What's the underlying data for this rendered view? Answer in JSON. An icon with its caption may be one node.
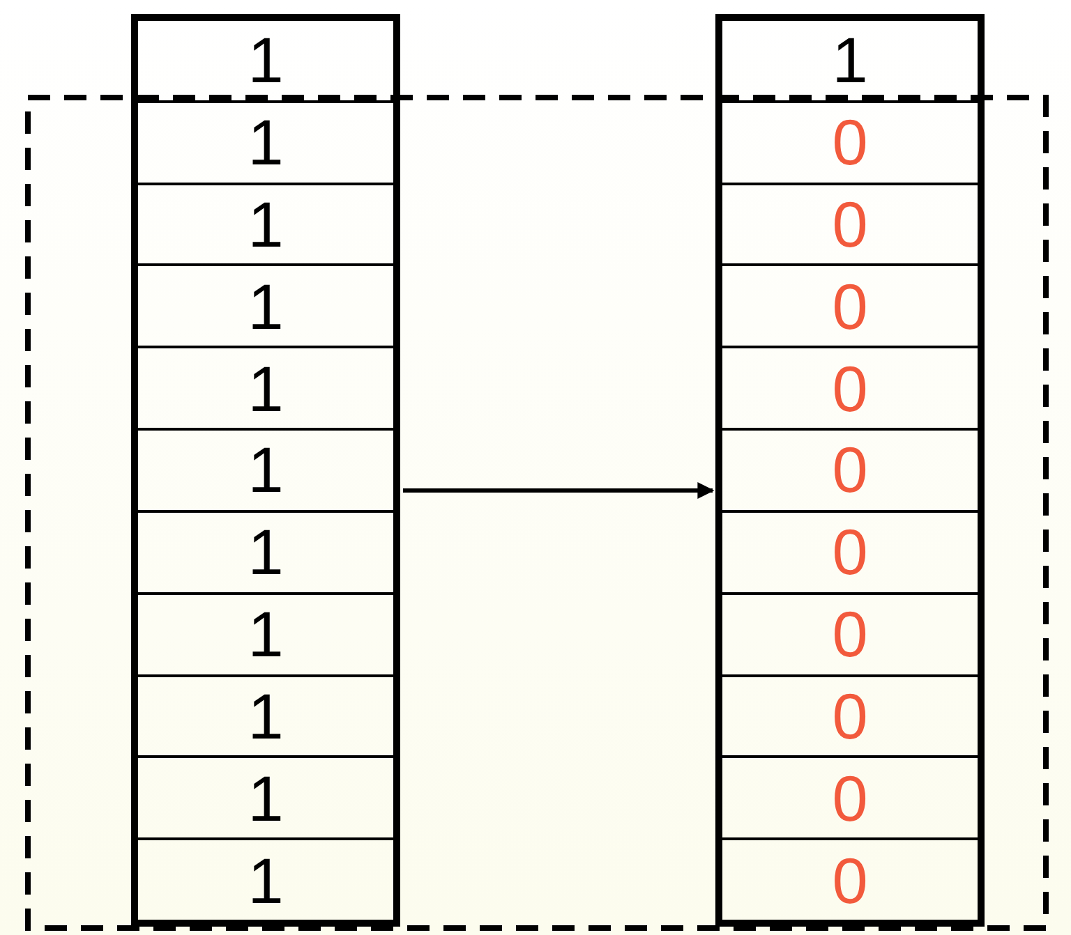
{
  "diagram": {
    "nodes": [
      {
        "text": [],
        "shape": "box"
      },
      {
        "text": [
          "1"
        ],
        "in": 0
      },
      {
        "text": [
          "1"
        ],
        "in": 0
      },
      {
        "text": [
          "1"
        ],
        "in": 0
      },
      {
        "text": [
          "1"
        ],
        "in": 0
      },
      {
        "text": [
          "1"
        ],
        "in": 0
      },
      {
        "text": [
          "1"
        ],
        "in": 0
      },
      {
        "text": [
          "1"
        ],
        "in": 0
      },
      {
        "text": [
          "1"
        ],
        "in": 0
      },
      {
        "text": [
          "1"
        ],
        "in": 0
      },
      {
        "text": [
          "1"
        ],
        "in": 0
      },
      {
        "text": [
          "1"
        ],
        "in": 0
      },
      {
        "text": [],
        "shape": "box"
      },
      {
        "text": [
          "1"
        ],
        "in": 12
      },
      {
        "text": [
          "0"
        ],
        "in": 12
      },
      {
        "text": [
          "0"
        ],
        "in": 12
      },
      {
        "text": [
          "0"
        ],
        "in": 12
      },
      {
        "text": [
          "0"
        ],
        "in": 12
      },
      {
        "text": [
          "0"
        ],
        "in": 12
      },
      {
        "text": [
          "0"
        ],
        "in": 12
      },
      {
        "text": [
          "0"
        ],
        "in": 12
      },
      {
        "text": [
          "0"
        ],
        "in": 12
      },
      {
        "text": [
          "0"
        ],
        "in": 12
      },
      {
        "text": [
          "0"
        ],
        "in": 12
      }
    ],
    "edges": [
      {
        "from": 0,
        "to": 12,
        "arrow": "to"
      }
    ]
  }
}
